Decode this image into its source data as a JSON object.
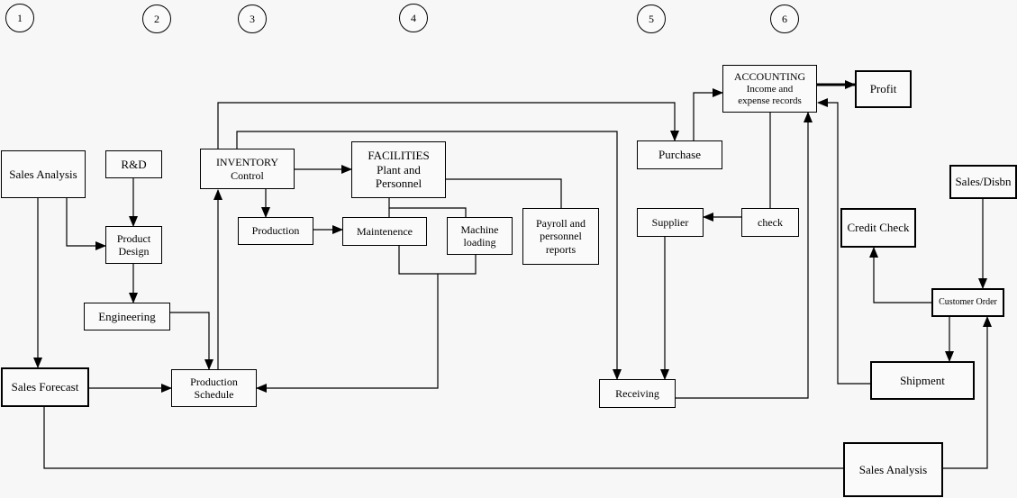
{
  "stages": [
    "1",
    "2",
    "3",
    "4",
    "5",
    "6"
  ],
  "boxes": {
    "sales_analysis_top": "Sales Analysis",
    "rd": "R&D",
    "product_design": [
      "Product",
      "Design"
    ],
    "engineering": "Engineering",
    "sales_forecast": "Sales Forecast",
    "production_schedule": [
      "Production",
      "Schedule"
    ],
    "inventory_control": [
      "INVENTORY",
      "Control"
    ],
    "production": "Production",
    "facilities": [
      "FACILITIES",
      "Plant and",
      "Personnel"
    ],
    "maintenence": "Maintenence",
    "machine_loading": [
      "Machine",
      "loading"
    ],
    "payroll": [
      "Payroll and",
      "personnel",
      "reports"
    ],
    "purchase": "Purchase",
    "accounting": [
      "ACCOUNTING",
      "Income and",
      "expense records"
    ],
    "profit": "Profit",
    "supplier": "Supplier",
    "check": "check",
    "receiving": "Receiving",
    "credit_check": "Credit Check",
    "sales_disbn": "Sales/Disbn",
    "customer_order": "Customer Order",
    "shipment": "Shipment",
    "sales_analysis_bottom": "Sales Analysis"
  }
}
